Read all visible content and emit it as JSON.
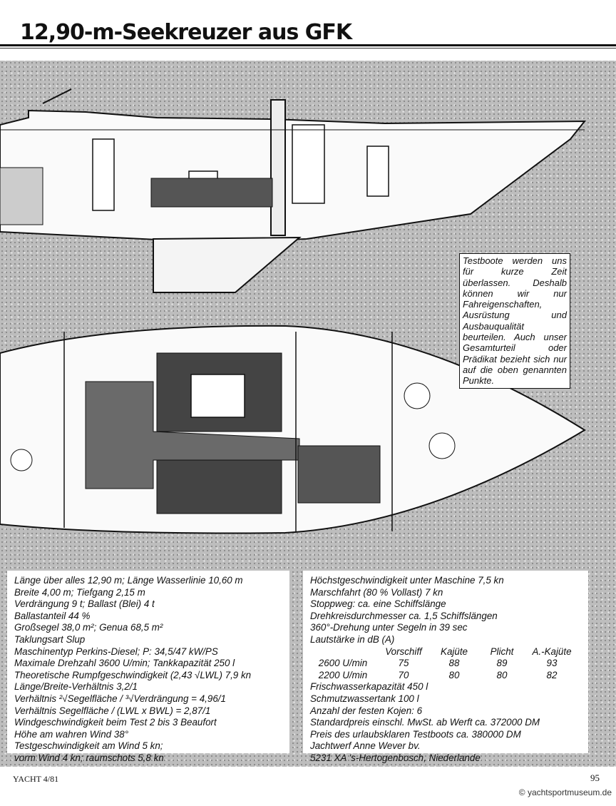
{
  "header": {
    "title": "12,90-m-Seekreuzer aus GFK"
  },
  "note": "Testboote werden uns für kurze Zeit überlassen. Deshalb können wir nur Fahreigenschaften, Ausrüstung und Ausbauqualität beurteilen. Auch unser Gesamturteil oder Prädikat bezieht sich nur auf die oben genannten Punkte.",
  "specs_left": [
    "Länge über alles 12,90 m; Länge Wasserlinie 10,60 m",
    "Breite 4,00 m; Tiefgang 2,15 m",
    "Verdrängung 9 t; Ballast (Blei) 4 t",
    "Ballastanteil 44 %",
    "Großsegel 38,0 m²; Genua 68,5 m²",
    "Taklungsart Slup",
    "Maschinentyp Perkins-Diesel; P: 34,5/47 kW/PS",
    "Maximale Drehzahl 3600 U/min; Tankkapazität 250 l",
    "Theoretische Rumpfgeschwindigkeit (2,43 √LWL) 7,9 kn",
    "Länge/Breite-Verhältnis 3,2/1",
    "Verhältnis ²√Segelfläche / ³√Verdrängung = 4,96/1",
    "Verhältnis Segelfläche / (LWL x BWL) = 2,87/1",
    "Windgeschwindigkeit beim Test 2 bis 3 Beaufort",
    "Höhe am wahren Wind 38°",
    "Testgeschwindigkeit am Wind 5 kn;",
    "vorm Wind 4 kn; raumschots 5,8 kn"
  ],
  "specs_right_top": [
    "Höchstgeschwindigkeit unter Maschine 7,5 kn",
    "Marschfahrt (80 % Vollast) 7 kn",
    "Stoppweg: ca. eine Schiffslänge",
    "Drehkreisdurchmesser ca. 1,5 Schiffslängen",
    "360°-Drehung unter Segeln in 39 sec",
    "Lautstärke in dB (A)"
  ],
  "noise_table": {
    "headers": [
      "",
      "Vorschiff",
      "Kajüte",
      "Plicht",
      "A.-Kajüte"
    ],
    "rows": [
      [
        "2600 U/min",
        "75",
        "88",
        "89",
        "93"
      ],
      [
        "2200 U/min",
        "70",
        "80",
        "80",
        "82"
      ]
    ]
  },
  "specs_right_bottom": [
    "Frischwasserkapazität 450 l",
    "Schmutzwassertank 100 l",
    "Anzahl der festen Kojen: 6",
    "Standardpreis einschl. MwSt. ab Werft ca. 372000 DM",
    "Preis des urlaubsklaren Testboots ca. 380000 DM",
    "Jachtwerf Anne Wever bv.",
    "5231 XA 's-Hertogenbosch, Niederlande"
  ],
  "footer": {
    "magazine": "YACHT 4/81",
    "page": "95",
    "watermark": "© yachtsportmuseum.de"
  }
}
